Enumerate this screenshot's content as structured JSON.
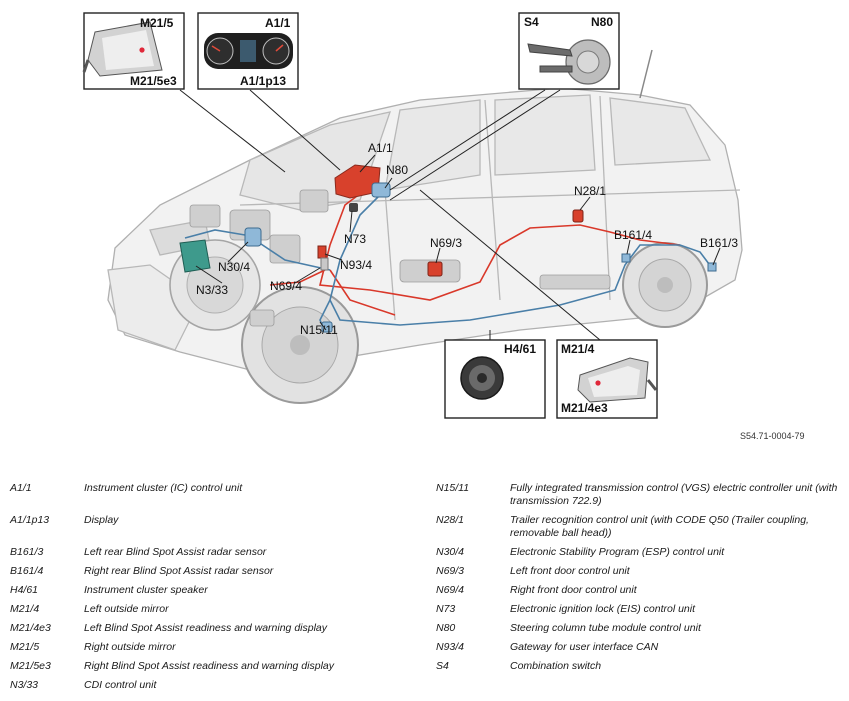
{
  "callouts": {
    "a1_1": "A1/1",
    "n80": "N80",
    "n28_1": "N28/1",
    "b161_4": "B161/4",
    "b161_3": "B161/3",
    "n73": "N73",
    "n69_3": "N69/3",
    "n30_4": "N30/4",
    "n93_4": "N93/4",
    "n3_33": "N3/33",
    "n69_4": "N69/4",
    "n15_11": "N15/11"
  },
  "insets": {
    "mirror_right": {
      "code": "M21/5",
      "sub": "M21/5e3"
    },
    "cluster": {
      "code": "A1/1",
      "sub": "A1/1p13"
    },
    "switch": {
      "code_left": "S4",
      "code_right": "N80"
    },
    "speaker": {
      "code": "H4/61"
    },
    "mirror_left": {
      "code": "M21/4",
      "sub": "M21/4e3"
    }
  },
  "document_id": "S54.71-0004-79",
  "legend_left": [
    {
      "code": "A1/1",
      "desc": "Instrument cluster (IC) control unit"
    },
    {
      "code": "A1/1p13",
      "desc": "Display"
    },
    {
      "code": "B161/3",
      "desc": "Left rear Blind Spot Assist radar sensor"
    },
    {
      "code": "B161/4",
      "desc": "Right rear Blind Spot Assist radar sensor"
    },
    {
      "code": "H4/61",
      "desc": "Instrument cluster speaker"
    },
    {
      "code": "M21/4",
      "desc": "Left outside mirror"
    },
    {
      "code": "M21/4e3",
      "desc": "Left Blind Spot Assist readiness and warning display"
    },
    {
      "code": "M21/5",
      "desc": "Right outside mirror"
    },
    {
      "code": "M21/5e3",
      "desc": "Right Blind Spot Assist readiness and warning display"
    },
    {
      "code": "N3/33",
      "desc": "CDI control unit"
    }
  ],
  "legend_right": [
    {
      "code": "N15/11",
      "desc": "Fully integrated transmission control (VGS) electric controller unit (with transmission 722.9)"
    },
    {
      "code": "N28/1",
      "desc": "Trailer recognition control unit (with CODE Q50 (Trailer coupling, removable ball head))"
    },
    {
      "code": "N30/4",
      "desc": "Electronic Stability Program (ESP) control unit"
    },
    {
      "code": "N69/3",
      "desc": "Left front door control unit"
    },
    {
      "code": "N69/4",
      "desc": "Right front door control unit"
    },
    {
      "code": "N73",
      "desc": "Electronic ignition lock (EIS) control unit"
    },
    {
      "code": "N80",
      "desc": "Steering column tube module control unit"
    },
    {
      "code": "N93/4",
      "desc": "Gateway for user interface CAN"
    },
    {
      "code": "S4",
      "desc": "Combination switch"
    }
  ],
  "colors": {
    "can_red": "#d9382a",
    "can_blue": "#4a7fa8",
    "component_red": "#d8412c",
    "component_teal": "#3e9a8c",
    "component_blue": "#8fb8d8",
    "mirror_warning": "#e0283a"
  }
}
